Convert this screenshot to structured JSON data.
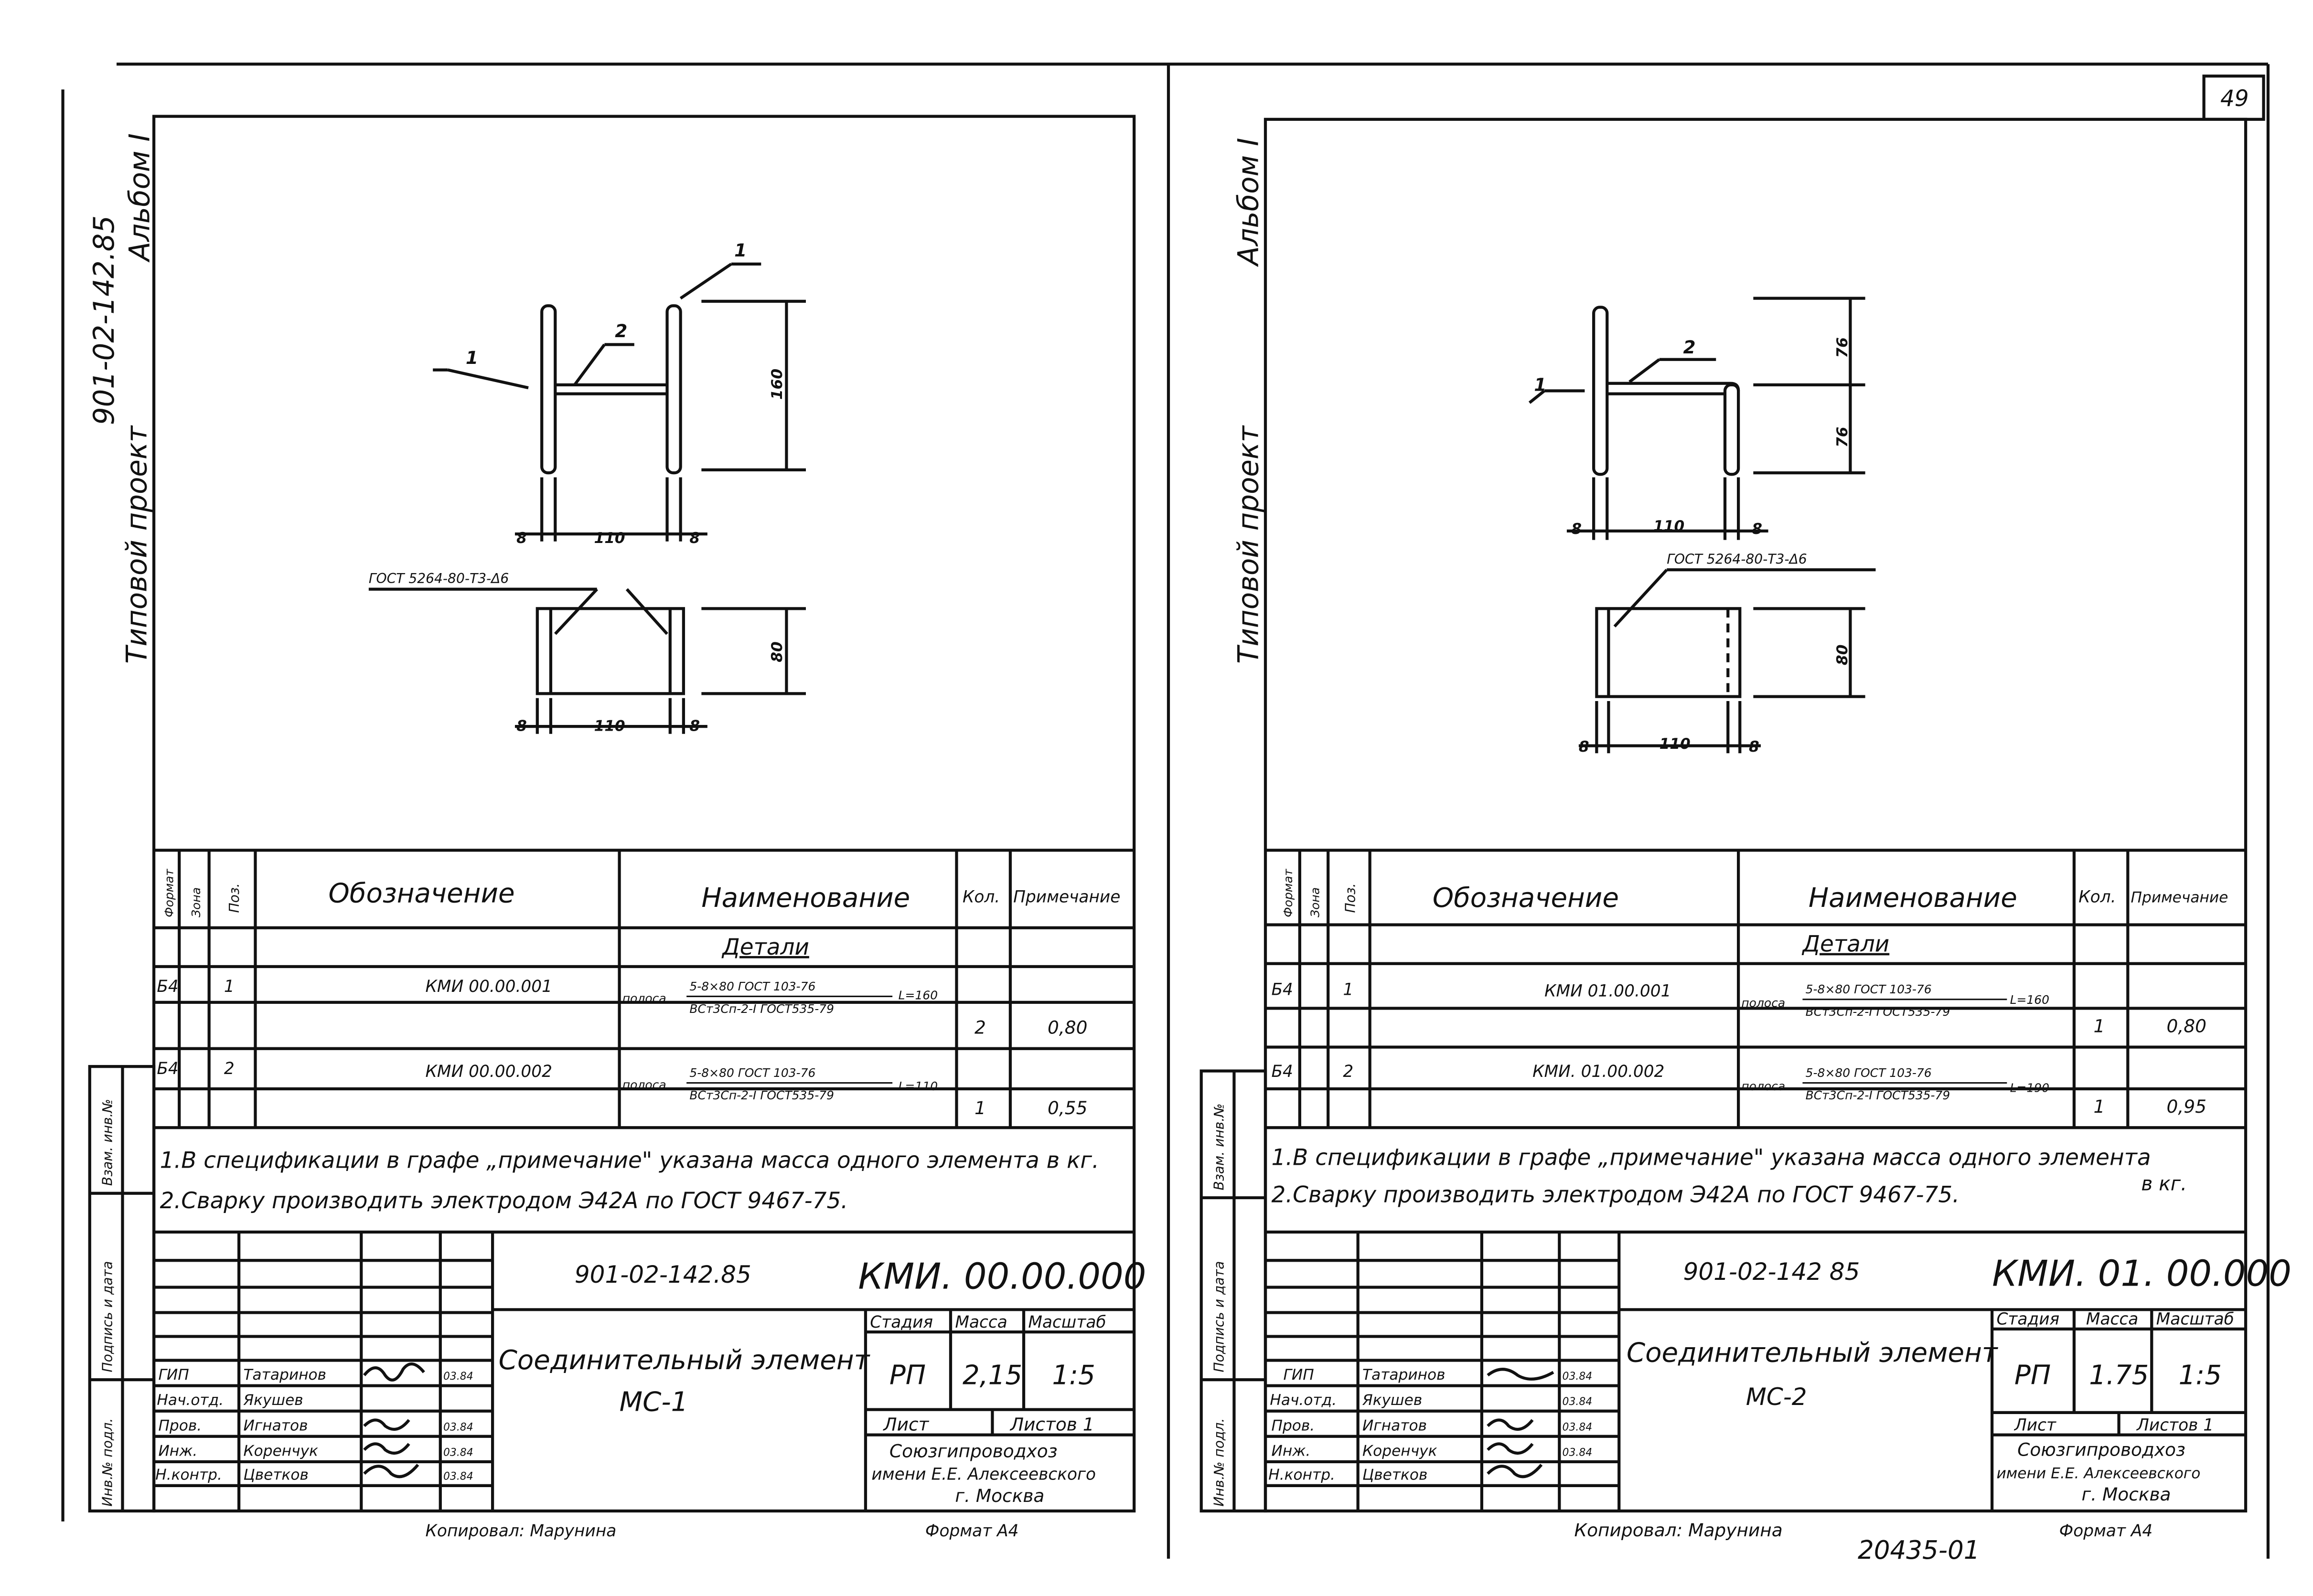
{
  "page_number": "49",
  "footer_code": "20435-01",
  "sheets": [
    {
      "side": {
        "project": "Типовой проект",
        "series": "901-02-142.85",
        "album": "Альбом I"
      },
      "drawing": {
        "pos_upper": "1",
        "pos_lower": "1",
        "pos_weld": "2",
        "dim_height": "160",
        "dim_top_left": "8",
        "dim_top_span": "110",
        "dim_top_right": "8",
        "weld_note": "ГОСТ 5264-80-Т3-Δ6",
        "dim_bottom_height": "80",
        "dim_bottom_left": "8",
        "dim_bottom_span": "110",
        "dim_bottom_right": "8"
      },
      "spec": {
        "headers": {
          "format": "Формат",
          "zone": "Зона",
          "pos": "Поз.",
          "designation": "Обозначение",
          "name": "Наименование",
          "qty": "Кол.",
          "note": "Примечание"
        },
        "section": "Детали",
        "rows": [
          {
            "format": "Б4",
            "pos": "1",
            "designation": "КМИ 00.00.001",
            "prefix": "полоса",
            "top": "5-8×80 ГОСТ 103-76",
            "bottom": "ВСт3Сп-2-I ГОСТ535-79",
            "length": "L=160",
            "qty": "2",
            "mass": "0,80"
          },
          {
            "format": "Б4",
            "pos": "2",
            "designation": "КМИ 00.00.002",
            "prefix": "полоса",
            "top": "5-8×80 ГОСТ 103-76",
            "bottom": "ВСт3Сп-2-I ГОСТ535-79",
            "length": "L=110",
            "qty": "1",
            "mass": "0,55"
          }
        ],
        "notes": [
          "1.В спецификации в графе „примечание\" указана масса одного элемента в кг.",
          "2.Сварку производить электродом Э42А по ГОСТ 9467-75."
        ]
      },
      "left_strip": [
        "Инв.№ подл.",
        "Подпись и дата",
        "Взам. инв.№"
      ],
      "title_block": {
        "series": "901-02-142.85",
        "code": "КМИ. 00.00.000",
        "title": "Соединительный элемент",
        "mark": "МС-1",
        "stage_label": "Стадия",
        "mass_label": "Масса",
        "scale_label": "Масштаб",
        "stage": "РП",
        "mass": "2,15",
        "scale": "1:5",
        "sheet_label": "Лист",
        "sheets_label": "Листов 1",
        "org": [
          "Союзгипроводхоз",
          "имени Е.Е. Алексеевского",
          "г. Москва"
        ],
        "people": [
          {
            "role": "ГИП",
            "name": "Татаринов",
            "date": "03.84"
          },
          {
            "role": "Нач.отд.",
            "name": "Якушев",
            "date": ""
          },
          {
            "role": "Пров.",
            "name": "Игнатов",
            "date": "03.84"
          },
          {
            "role": "Инж.",
            "name": "Коренчук",
            "date": "03.84"
          },
          {
            "role": "Н.контр.",
            "name": "Цветков",
            "date": "03.84"
          }
        ]
      },
      "copied": "Копировал: Марунина",
      "format": "Формат А4"
    },
    {
      "side": {
        "project": "Типовой проект",
        "album": "Альбом I"
      },
      "drawing": {
        "pos_upper": "2",
        "pos_lower": "1",
        "dim_top": "76",
        "dim_bottom": "76",
        "dim_left": "8",
        "dim_span": "110",
        "dim_right": "8",
        "weld_note": "ГОСТ 5264-80-Т3-Δ6",
        "dim_bottom_height": "80",
        "dim_bottom_left": "8",
        "dim_bottom_span": "110",
        "dim_bottom_right": "8"
      },
      "spec": {
        "headers": {
          "format": "Формат",
          "zone": "Зона",
          "pos": "Поз.",
          "designation": "Обозначение",
          "name": "Наименование",
          "qty": "Кол.",
          "note": "Примечание"
        },
        "section": "Детали",
        "rows": [
          {
            "format": "Б4",
            "pos": "1",
            "designation": "КМИ 01.00.001",
            "prefix": "полоса",
            "top": "5-8×80 ГОСТ 103-76",
            "bottom": "ВСт3Сп-2-I ГОСТ535-79",
            "length": "L=160",
            "qty": "1",
            "mass": "0,80"
          },
          {
            "format": "Б4",
            "pos": "2",
            "designation": "КМИ. 01.00.002",
            "prefix": "полоса",
            "top": "5-8×80 ГОСТ 103-76",
            "bottom": "ВСт3Сп-2-I ГОСТ535-79",
            "length": "L=190",
            "qty": "1",
            "mass": "0,95"
          }
        ],
        "notes": [
          "1.В спецификации в графе „примечание\" указана масса одного элемента",
          "в кг.",
          "2.Сварку производить электродом Э42А по ГОСТ 9467-75."
        ]
      },
      "left_strip": [
        "Инв.№ подл.",
        "Подпись и дата",
        "Взам. инв.№"
      ],
      "title_block": {
        "series": "901-02-142 85",
        "code": "КМИ. 01. 00.000",
        "title": "Соединительный элемент",
        "mark": "МС-2",
        "stage_label": "Стадия",
        "mass_label": "Масса",
        "scale_label": "Масштаб",
        "stage": "РП",
        "mass": "1.75",
        "scale": "1:5",
        "sheet_label": "Лист",
        "sheets_label": "Листов 1",
        "org": [
          "Союзгипроводхоз",
          "имени Е.Е. Алексеевского",
          "г. Москва"
        ],
        "people": [
          {
            "role": "ГИП",
            "name": "Татаринов",
            "date": "03.84"
          },
          {
            "role": "Нач.отд.",
            "name": "Якушев",
            "date": "03.84"
          },
          {
            "role": "Пров.",
            "name": "Игнатов",
            "date": "03.84"
          },
          {
            "role": "Инж.",
            "name": "Коренчук",
            "date": "03.84"
          },
          {
            "role": "Н.контр.",
            "name": "Цветков",
            "date": ""
          }
        ]
      },
      "copied": "Копировал: Марунина",
      "format": "Формат А4"
    }
  ]
}
